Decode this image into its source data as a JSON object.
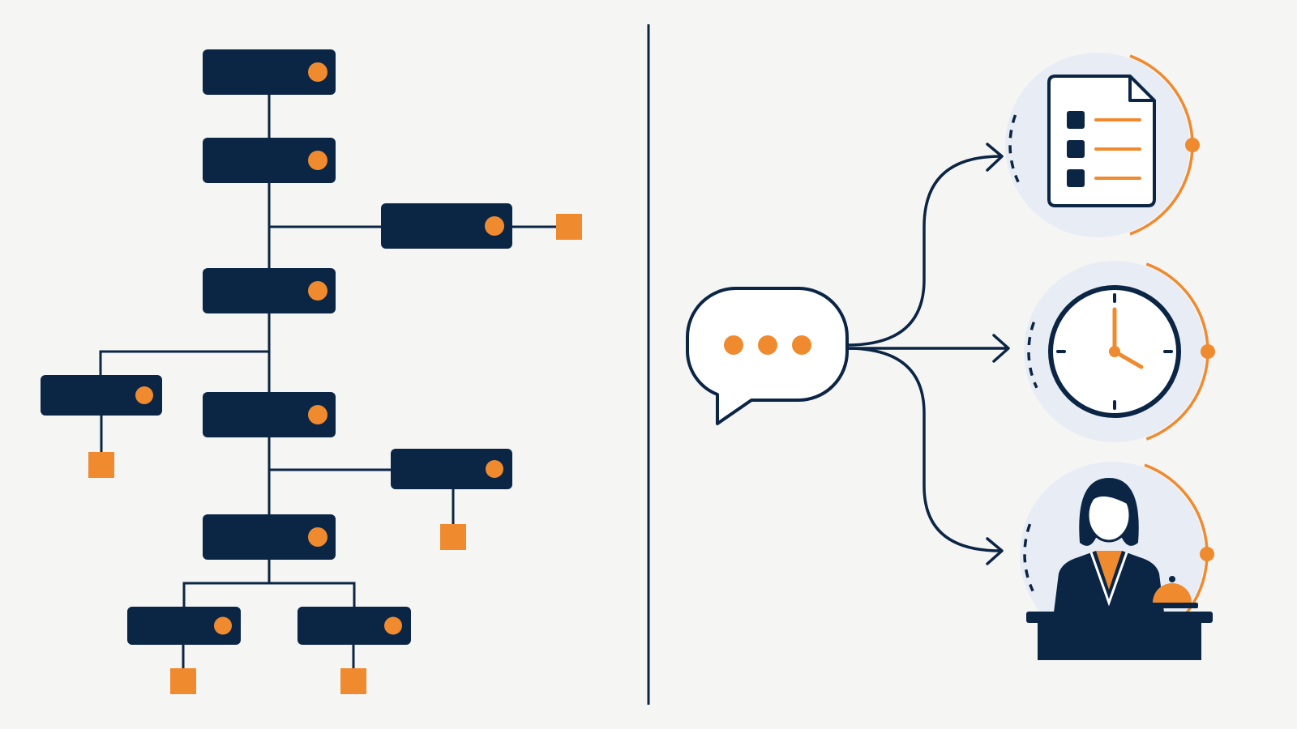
{
  "colors": {
    "background": "#f5f5f4",
    "navy": "#0b2545",
    "orange": "#f08a2e",
    "halo": "#e8edf5",
    "paper": "#ffffff"
  },
  "left_tree": {
    "kind": "hierarchy-diagram",
    "nodes": [
      {
        "id": "n1",
        "parent": null,
        "has_marker": false
      },
      {
        "id": "n2",
        "parent": "n1",
        "has_marker": false
      },
      {
        "id": "n3",
        "parent": "n2",
        "has_marker": true
      },
      {
        "id": "n4",
        "parent": "n2",
        "has_marker": false
      },
      {
        "id": "n5",
        "parent": "n4",
        "has_marker": true
      },
      {
        "id": "n6",
        "parent": "n4",
        "has_marker": false
      },
      {
        "id": "n7",
        "parent": "n6",
        "has_marker": true
      },
      {
        "id": "n8",
        "parent": "n6",
        "has_marker": false
      },
      {
        "id": "n9",
        "parent": "n8",
        "has_marker": true
      },
      {
        "id": "n10",
        "parent": "n8",
        "has_marker": true
      }
    ]
  },
  "right_flow": {
    "source": {
      "icon": "chat-bubble-icon",
      "dots": 3
    },
    "destinations": [
      {
        "id": "checklist",
        "icon": "checklist-document-icon",
        "list_rows": 3
      },
      {
        "id": "clock",
        "icon": "clock-icon",
        "time": "4:00"
      },
      {
        "id": "receptionist",
        "icon": "receptionist-icon"
      }
    ]
  }
}
